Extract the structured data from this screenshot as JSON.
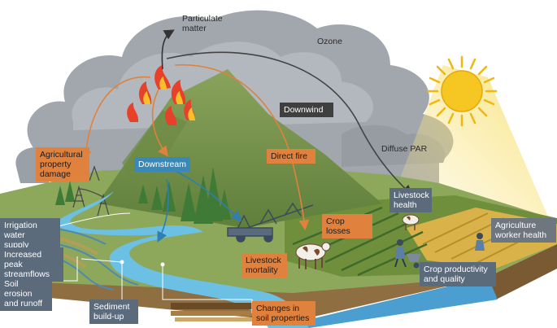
{
  "labels": {
    "particulate_matter": "Particulate\nmatter",
    "ozone": "Ozone",
    "downwind": "Downwind",
    "diffuse_par": "Diffuse PAR",
    "agricultural_property_damage": "Agricultural\nproperty\ndamage",
    "downstream": "Downstream",
    "direct_fire": "Direct fire",
    "irrigation_water_supply": "Irrigation water\nsupply",
    "increased_peak_streamflows": "Increased peak\nstreamflows",
    "soil_erosion_and_runoff": "Soil erosion\nand runoff",
    "sediment_build_up": "Sediment\nbuild-up",
    "changes_in_soil_properties": "Changes in\nsoil properties",
    "livestock_mortality": "Livestock\nmortality",
    "crop_losses": "Crop losses",
    "livestock_health": "Livestock\nhealth",
    "agriculture_worker_health": "Agriculture\nworker health",
    "crop_productivity_and_quality": "Crop productivity\nand quality"
  },
  "colors": {
    "fire_pathway": "#e0823d",
    "water_pathway": "#3a88b8",
    "air_pathway": "#3f3f3f",
    "impact_box": "#5b6b7c",
    "smoke": "#9ea3aa",
    "mountain": "#7f9a52",
    "sun": "#f4c21f",
    "water": "#5eb6d9"
  },
  "icons": [
    "fire-icon",
    "sun-icon",
    "cow-icon",
    "tree-icon",
    "power-pylon-icon",
    "center-pivot-irrigation-icon",
    "farmer-icon",
    "wheelbarrow-icon"
  ]
}
